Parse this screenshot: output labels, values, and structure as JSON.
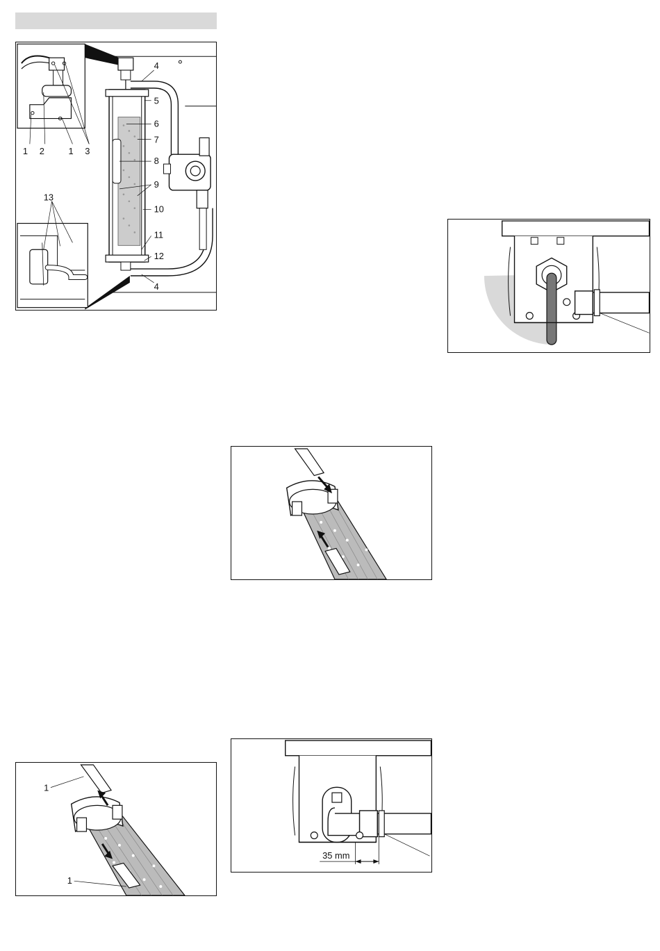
{
  "figure_main": {
    "callouts": [
      "1",
      "2",
      "1",
      "3",
      "13",
      "4",
      "5",
      "6",
      "7",
      "8",
      "9",
      "10",
      "11",
      "12",
      "4"
    ]
  },
  "figure_filter_remove": {
    "callouts": [
      "1",
      "1"
    ]
  },
  "figure_clamp": {
    "dimension": "35 mm"
  }
}
